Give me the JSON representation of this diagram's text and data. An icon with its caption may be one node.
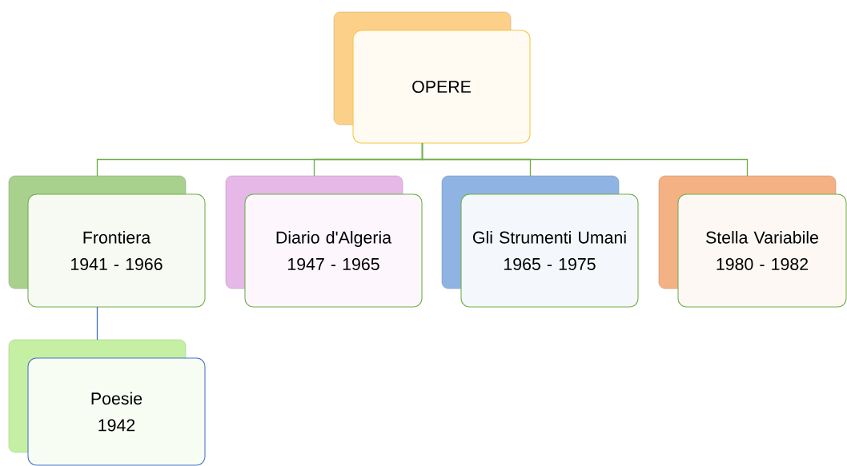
{
  "diagram": {
    "nodes": [
      {
        "text": [
          "OPERE"
        ]
      },
      {
        "text": [
          "Frontiera",
          "1941 - 1966"
        ]
      },
      {
        "text": [
          "Diario d'Algeria",
          "1947 - 1965"
        ]
      },
      {
        "text": [
          "Gli Strumenti Umani",
          "1965 - 1975"
        ]
      },
      {
        "text": [
          "Stella Variabile",
          "1980 - 1982"
        ]
      },
      {
        "text": [
          "Poesie",
          "1942"
        ]
      }
    ],
    "edges": [
      {
        "from": 0,
        "to": 1,
        "arrow": "none"
      },
      {
        "from": 0,
        "to": 2,
        "arrow": "none"
      },
      {
        "from": 0,
        "to": 3,
        "arrow": "none"
      },
      {
        "from": 0,
        "to": 4,
        "arrow": "none"
      },
      {
        "from": 1,
        "to": 5,
        "arrow": "none",
        "color": "#4472c4"
      }
    ]
  }
}
